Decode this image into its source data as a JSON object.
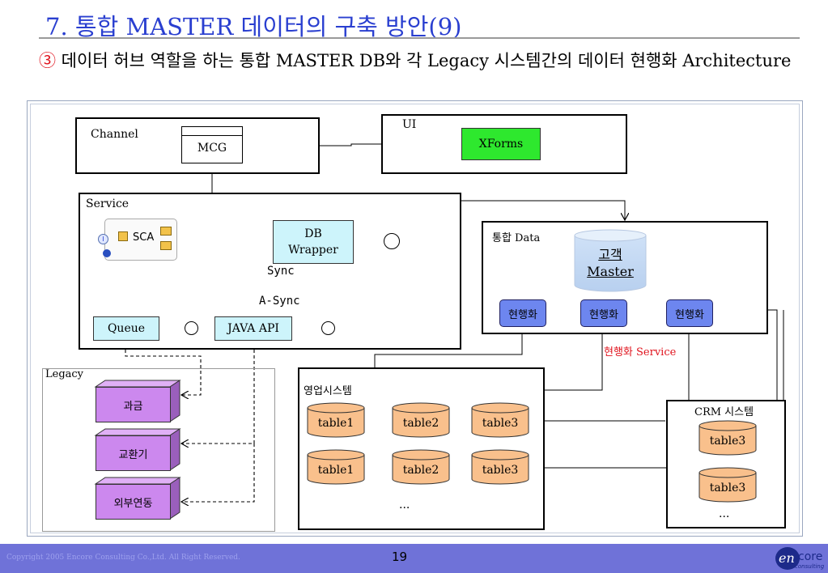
{
  "slide": {
    "title": "7. 통합 MASTER 데이터의 구축 방안(9)",
    "subtitle_num": "③",
    "subtitle": " 데이터 허브 역할을 하는 통합 MASTER DB와 각 Legacy 시스템간의 데이터 현행화 Architecture"
  },
  "diagram": {
    "channel": {
      "label": "Channel",
      "mcg": "MCG"
    },
    "ui": {
      "label": "UI",
      "xforms": "XForms"
    },
    "service": {
      "label": "Service",
      "sca": "SCA",
      "db_wrapper_1": "DB",
      "db_wrapper_2": "Wrapper",
      "sync": "Sync",
      "async": "A-Sync",
      "queue": "Queue",
      "java_api": "JAVA API"
    },
    "integrated": {
      "label": "통합 Data",
      "master_1": "고객",
      "master_2": "Master",
      "sync_a": "현행화",
      "sync_b": "현행화",
      "sync_c": "현행화",
      "service_label": "현행화 Service"
    },
    "legacy": {
      "label": "Legacy",
      "billing": "과금",
      "exchange": "교환기",
      "external": "외부연동"
    },
    "sales": {
      "label": "영업시스템",
      "r1c1": "table1",
      "r1c2": "table2",
      "r1c3": "table3",
      "r2c1": "table1",
      "r2c2": "table2",
      "r2c3": "table3",
      "more": "..."
    },
    "crm": {
      "label": "CRM 시스템",
      "t1": "table3",
      "t2": "table3",
      "more": "..."
    }
  },
  "footer": {
    "copyright": "Copyright 2005 Encore Consulting Co.,Ltd. All Right Reserved.",
    "page": "19",
    "logo_text_1": "en",
    "logo_text_2": "core",
    "logo_text_3": "consulting"
  },
  "colors": {
    "title": "#2a3fd0",
    "accent_red": "#e0141e",
    "footer": "#6f72d8",
    "xforms": "#2ee82e",
    "cyan_box": "#cdf4fb",
    "purple": "#cc88ee",
    "orange": "#f9c08c",
    "blue_pill": "#6d86ef"
  }
}
